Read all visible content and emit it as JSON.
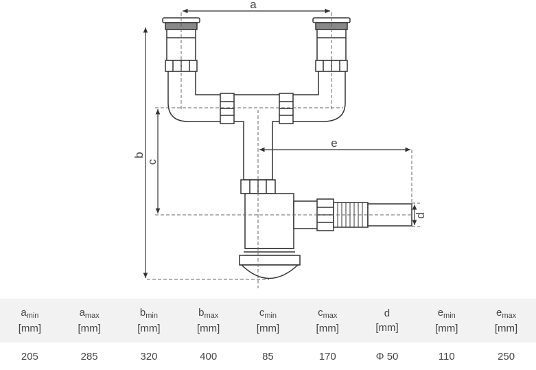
{
  "diagram": {
    "dimensions": [
      "a",
      "b",
      "c",
      "d",
      "e"
    ]
  },
  "spec_table": {
    "columns": [
      {
        "symbol": "a",
        "sub": "min",
        "unit": "[mm]",
        "value": "205"
      },
      {
        "symbol": "a",
        "sub": "max",
        "unit": "[mm]",
        "value": "285"
      },
      {
        "symbol": "b",
        "sub": "min",
        "unit": "[mm]",
        "value": "320"
      },
      {
        "symbol": "b",
        "sub": "max",
        "unit": "[mm]",
        "value": "400"
      },
      {
        "symbol": "c",
        "sub": "min",
        "unit": "[mm]",
        "value": "85"
      },
      {
        "symbol": "c",
        "sub": "max",
        "unit": "[mm]",
        "value": "170"
      },
      {
        "symbol": "d",
        "sub": "",
        "unit": "[mm]",
        "value": "Φ 50"
      },
      {
        "symbol": "e",
        "sub": "min",
        "unit": "[mm]",
        "value": "110"
      },
      {
        "symbol": "e",
        "sub": "max",
        "unit": "[mm]",
        "value": "250"
      }
    ]
  }
}
